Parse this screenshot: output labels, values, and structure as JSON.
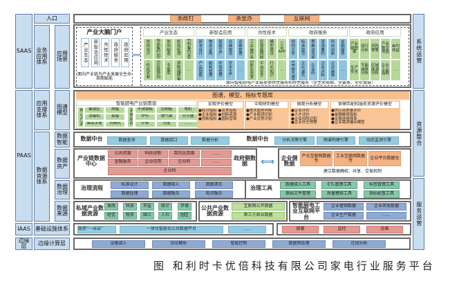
{
  "left": {
    "saas": "SAAS",
    "business_system": "业务应用体系",
    "entry": "入口",
    "app_scene": "应用场景",
    "paas": "PAAS",
    "app_support": "应用支撑体系",
    "graph_model": "图谱模型",
    "data_resource": "数据资源体系",
    "data_intel": "数据智能",
    "data_asset": "数据资产",
    "data_gov": "数据治理",
    "data_source": "数据来源",
    "iaas": "IAAS",
    "infra": "基础设施体系",
    "edge": "边缘层",
    "edge_compute": "边缘计算层"
  },
  "right": {
    "sys_ops": "系统运营",
    "resource": "资源整合",
    "service_ops": "服务运营"
  },
  "entry": [
    "浙政钉",
    "浙里办",
    "互联网"
  ],
  "portal": {
    "title": "产业大脑门户",
    "items": [
      "产业生态",
      "新智造应用",
      "共性技术",
      "政府服务",
      "政府应用"
    ],
    "caption": "面向产业链为产业发展全生命周期赋能"
  },
  "apps": {
    "groups": [
      {
        "name": "产业生态",
        "row1": [
          "协同设计",
          "半成品集约加工",
          "协同制造",
          "检验检测",
          "原材料集约采购"
        ],
        "row2": [
          "个性化定制",
          "供应链协同",
          "专家库",
          "物资联储联备",
          "..."
        ]
      },
      {
        "name": "新智造应用",
        "row1": [
          "研发设计",
          "物资采购",
          "智能生产",
          "仓储物流",
          "运维管理"
        ],
        "row2": [
          "产品销售",
          "能耗管理",
          "环保管理",
          "安全生产",
          "..."
        ]
      },
      {
        "name": "共性技术",
        "row1": [
          "数字工业操作系统",
          "集成灶智能网联化",
          "模型算法",
          "工业APP"
        ],
        "row2": [
          "创新实验室",
          "平台安全",
          "行业知识",
          "..."
        ]
      },
      {
        "name": "政府服务",
        "row1": [
          "规划引导",
          "标准规范",
          "政策推送兑现",
          "资源要约",
          "科技创新",
          "金融服务"
        ],
        "row2": [
          "项目申报与服务",
          "企业减负",
          "企业码",
          "企业对标",
          "企业画像",
          "..."
        ]
      },
      {
        "name": "政府应用",
        "row1": [
          "产业链图谱",
          "运行分析",
          "风险预警",
          "产业数字地图",
          "亩均效益"
        ],
        "row2": [
          "生产安全",
          "节能减排分析",
          "区域能源分析",
          "企业上云指数",
          "..."
        ]
      }
    ],
    "caption": "面向智能厨电产业链提供共性服务和特性服务（全生命周期、全要素、全价值链）"
  },
  "library": {
    "banner": "图谱、模型、指标专题库",
    "graph_title": "智能厨电产业链图谱",
    "core_label": "核心产品",
    "core": [
      "集成灶",
      "烤箱",
      "消毒机",
      "蒸箱",
      "集成水槽",
      "洗碗机"
    ],
    "key_label": "关键部件",
    "key": [
      "不锈钢板",
      "控制板",
      "电机",
      "炉头",
      "燃气阀",
      "分火器",
      "炉架",
      "壳盖",
      "......"
    ],
    "models": [
      {
        "title": "宏观评价模型",
        "items": "●经济指标 ●资本指标\n●企业指标 ●创新资源\n●创新指标 ●国际营销"
      },
      {
        "title": "中观研判模型",
        "items": "●技术趋势判断\n●产业瓶颈识别\n●产业优势识别"
      },
      {
        "title": "微观分析模型",
        "items": "●企业评价\n●人才评价\n●企业风险识别\n●企业外迁预警"
      },
      {
        "title": "供需匹配和服务资源评价模型",
        "items": "●供应商质量评价\n●金融融资指标\n●交易信用体系\n●企业需求撮合模型"
      }
    ]
  },
  "intel": {
    "label1": "数据中台",
    "left": [
      "数据查询",
      "数据接口",
      "数据分析"
    ],
    "label2": "数据中台",
    "right": [
      "分析决策引擎",
      "图谱构建引擎",
      "动态监测引擎"
    ]
  },
  "asset": {
    "center": "产业链数据中心",
    "row1": [
      "公共资源",
      "科技创新",
      "亩均论英雄",
      "......"
    ],
    "row2": [
      "金融服务",
      "企业信用",
      "企业码",
      "......"
    ],
    "row3": "企业码",
    "gov": "政府侧数据",
    "ent": "企业侧数据",
    "warehouses": [
      "产业互联网数据仓",
      "工业互联网数据仓",
      "企业平台数据仓"
    ],
    "mechanism": "建立数据确权、共享、交易机制"
  },
  "gov": {
    "flow": "治理流程",
    "flow_items": [
      "标准设计",
      "数据接入",
      "数据清洗",
      "数据处理",
      "数据融合",
      "知识融合"
    ],
    "tools": "治理工具",
    "tool_items": [
      "数据接入工具",
      "ETL管理工具",
      "标签管理工具",
      "原始文件管理",
      "质量稽核工具",
      "指标配置工具"
    ]
  },
  "source": {
    "private": "私域产业数据资源",
    "private_items": [
      "发改",
      "科技",
      "市监",
      "统计",
      "环保",
      "经信",
      "税务",
      "国土",
      "人社",
      "园区"
    ],
    "public": "公共产业数据资源",
    "public_items": [
      "互联网公开数据",
      "第三方商业数据"
    ],
    "platform": "智能厨电工业互联网平台",
    "platform_items": [
      "企业营销数据",
      "企业研发数据",
      "企业生产数据",
      "......"
    ]
  },
  "iaas": {
    "left": [
      "政务“一朵云”",
      "一体化智能化公共数据平台",
      "......"
    ],
    "right": [
      "部署",
      "监控",
      "运维"
    ]
  },
  "edge": {
    "items": [
      "设备接入",
      "协议解析",
      "智能控制",
      "数据预处理",
      "在线分析"
    ]
  },
  "caption": "图  和利时卡优倍科技有限公司家电行业服务平台"
}
